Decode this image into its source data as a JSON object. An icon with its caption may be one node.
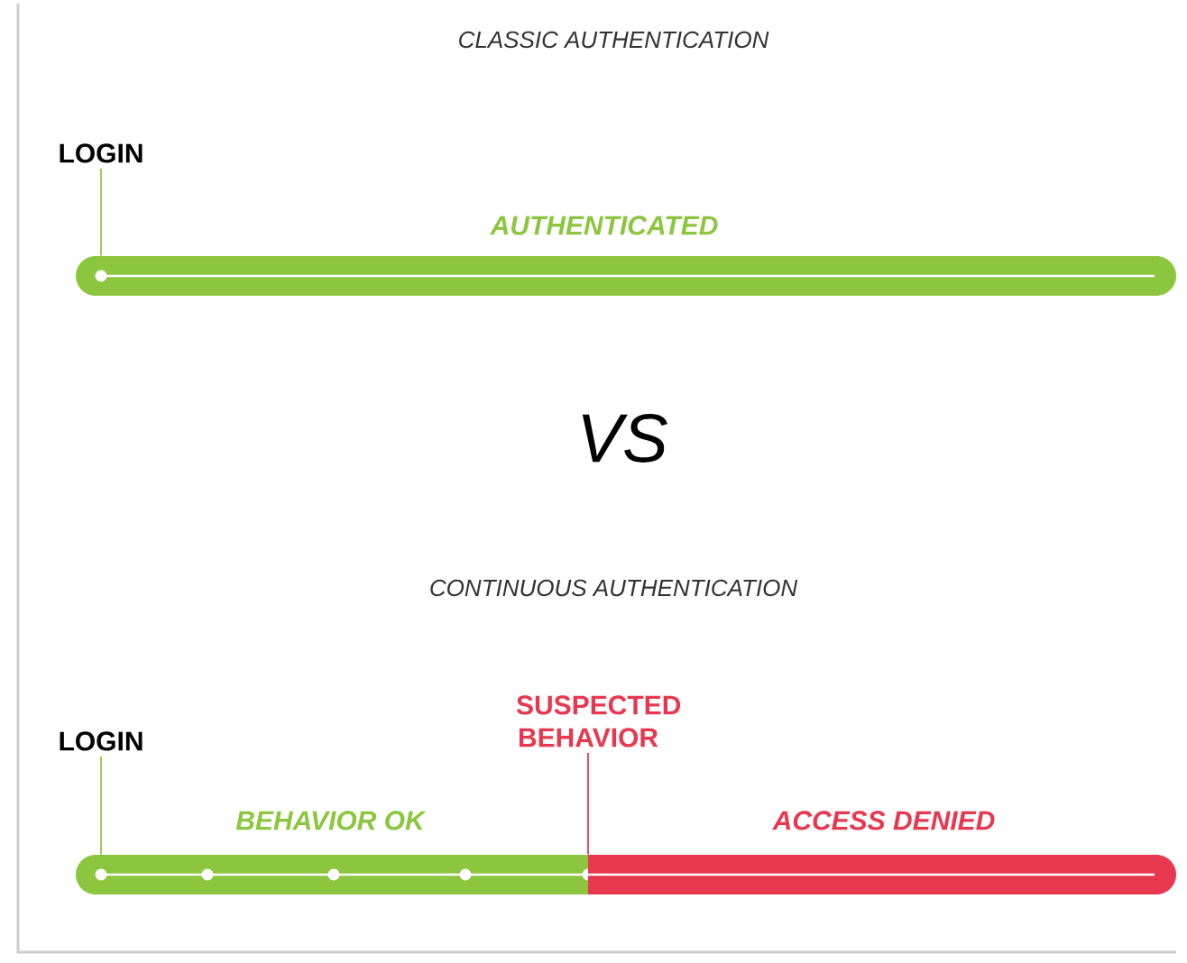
{
  "diagram": {
    "nodes": [
      {
        "text": [
          "LOGIN"
        ]
      },
      {
        "text": [
          "AUTHENTICATED"
        ]
      },
      {
        "text": [
          "LOGIN"
        ]
      },
      {
        "text": [
          "SUSPECTED BEHAVIOR"
        ]
      },
      {
        "text": [
          "BEHAVIOR OK"
        ]
      },
      {
        "text": [
          "ACCESS DENIED"
        ]
      }
    ],
    "edges": [
      {
        "from": 0,
        "to": 1,
        "arrow": "none"
      },
      {
        "from": 2,
        "to": 4,
        "arrow": "none"
      },
      {
        "from": 3,
        "to": 5,
        "arrow": "none",
        "color": "#e8384f"
      }
    ],
    "labels": [
      "CLASSIC AUTHENTICATION",
      "VS",
      "CONTINUOUS AUTHENTICATION"
    ]
  }
}
